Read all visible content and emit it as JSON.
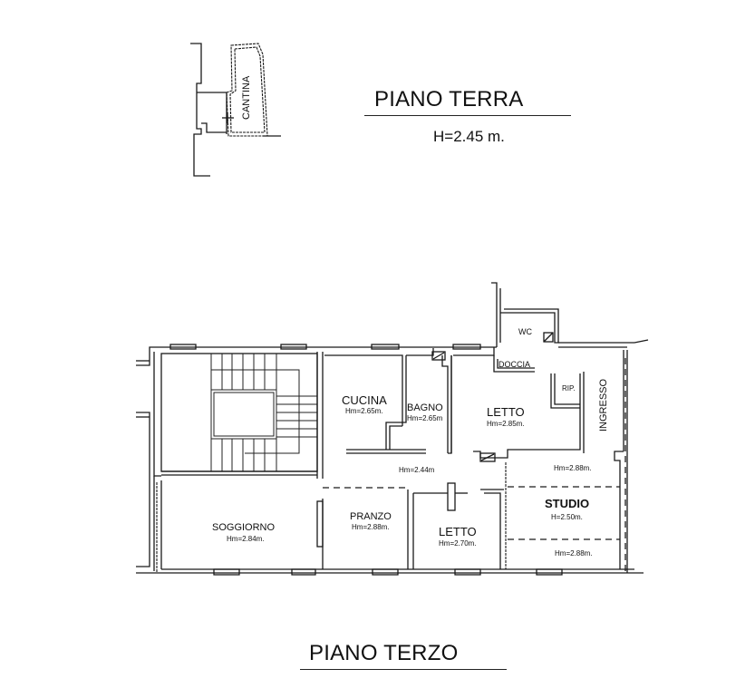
{
  "ground_floor": {
    "title": "PIANO TERRA",
    "height": "H=2.45 m.",
    "rooms": [
      {
        "name": "CANTINA"
      }
    ]
  },
  "third_floor": {
    "title": "PIANO TERZO",
    "rooms": [
      {
        "id": "cucina",
        "name": "CUCINA",
        "height": "Hm=2.65m."
      },
      {
        "id": "bagno",
        "name": "BAGNO",
        "height": "Hm=2.65m"
      },
      {
        "id": "letto_1",
        "name": "LETTO",
        "height": "Hm=2.85m."
      },
      {
        "id": "wc",
        "name": "WC"
      },
      {
        "id": "doccia",
        "name": "DOCCIA"
      },
      {
        "id": "rip",
        "name": "RIP."
      },
      {
        "id": "ingresso",
        "name": "INGRESSO"
      },
      {
        "id": "corridoio",
        "height": "Hm=2.44m"
      },
      {
        "id": "ingresso_area",
        "height": "Hm=2.88m."
      },
      {
        "id": "soggiorno",
        "name": "SOGGIORNO",
        "height": "Hm=2.84m."
      },
      {
        "id": "pranzo",
        "name": "PRANZO",
        "height": "Hm=2.88m."
      },
      {
        "id": "letto_2",
        "name": "LETTO",
        "height": "Hm=2.70m."
      },
      {
        "id": "studio",
        "name": "STUDIO",
        "height": "H=2.50m."
      },
      {
        "id": "studio_low",
        "height": "Hm=2.88m."
      }
    ]
  }
}
